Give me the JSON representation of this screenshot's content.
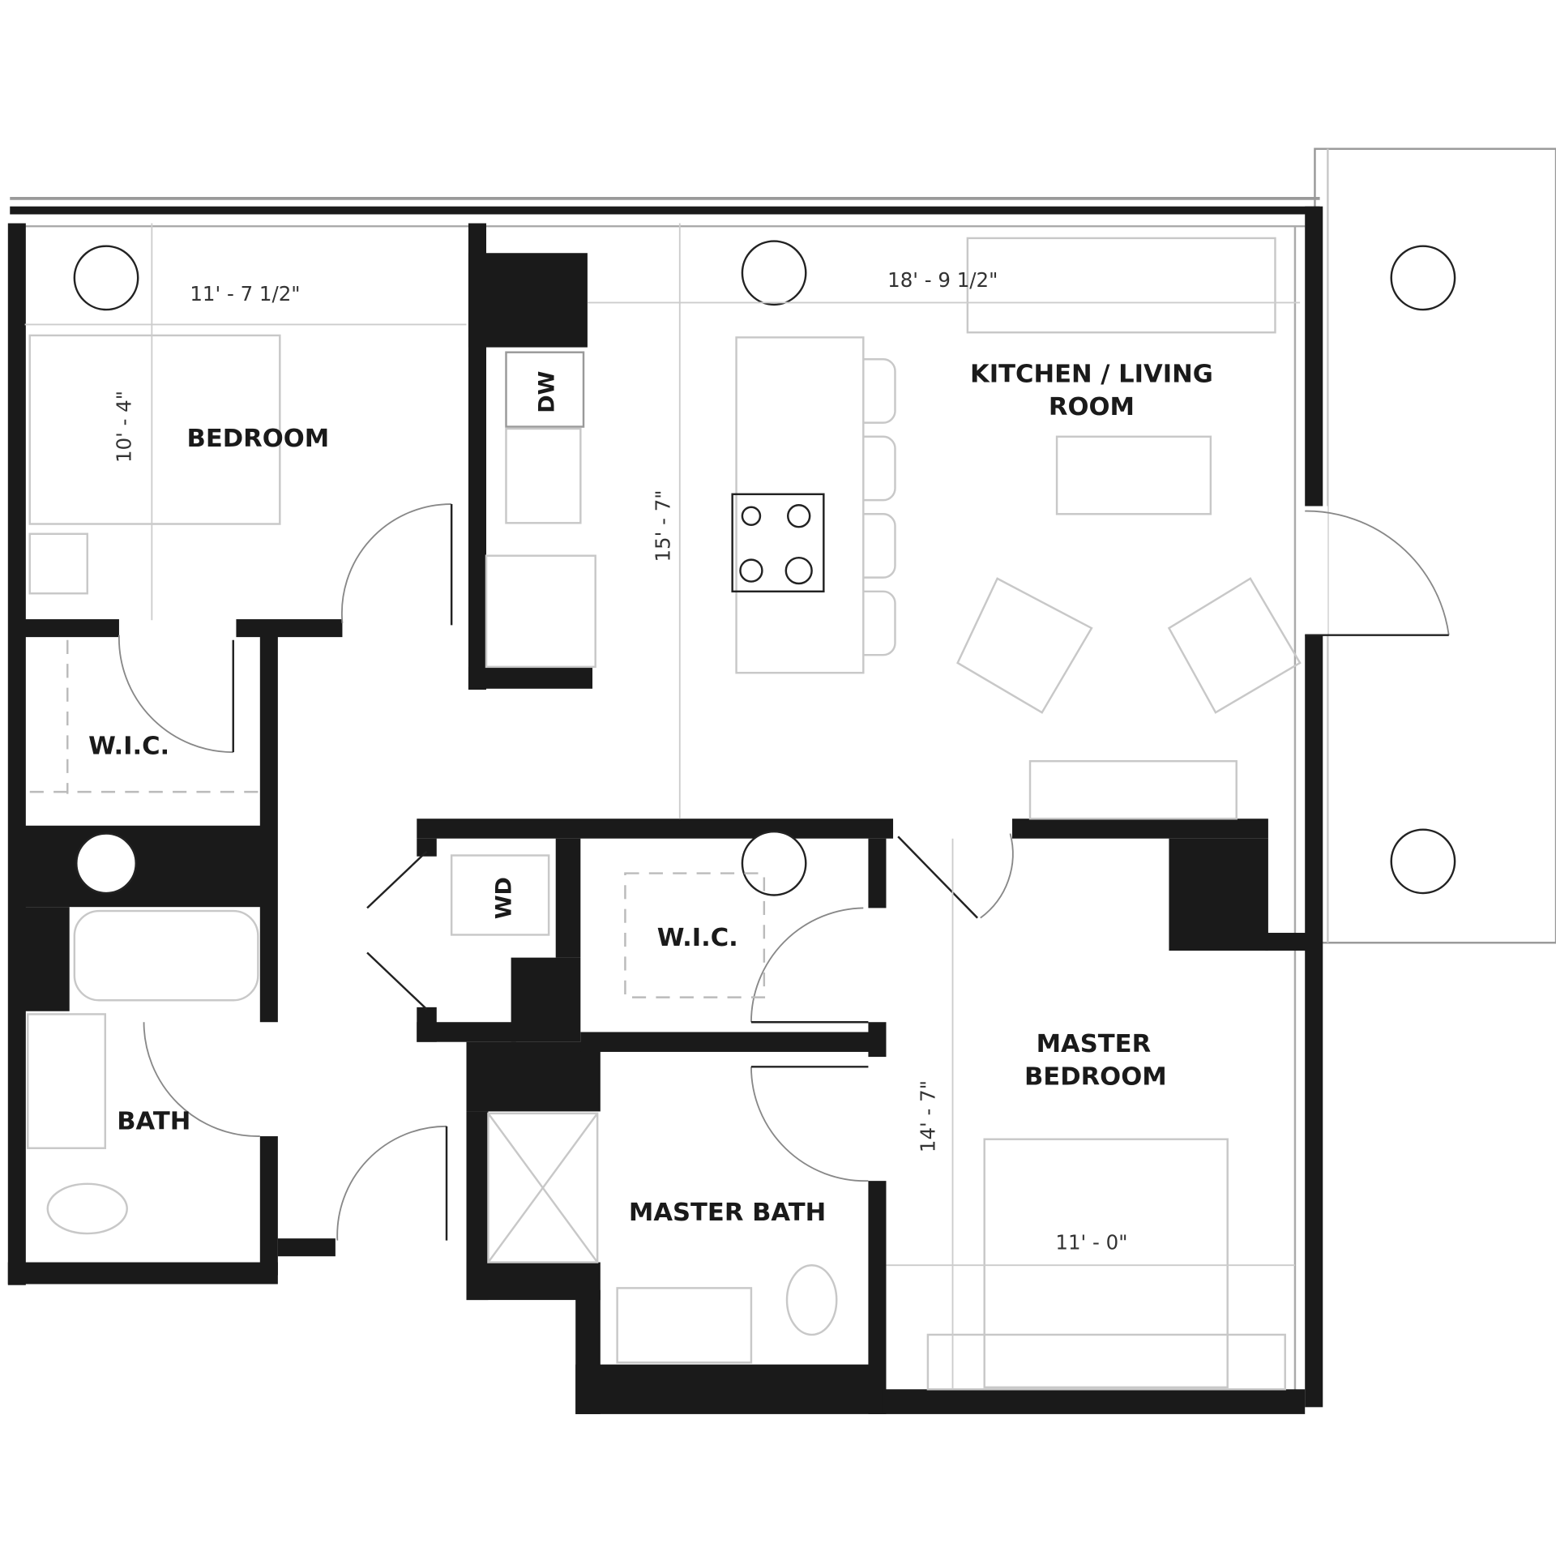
{
  "rooms": {
    "bedroom": "BEDROOM",
    "kitchen_living_line1": "KITCHEN / LIVING",
    "kitchen_living_line2": "ROOM",
    "wic_bedroom": "W.I.C.",
    "wic_master": "W.I.C.",
    "bath": "BATH",
    "master_bath": "MASTER BATH",
    "master_bedroom_line1": "MASTER",
    "master_bedroom_line2": "BEDROOM"
  },
  "appliances": {
    "dishwasher": "DW",
    "washer_dryer": "WD"
  },
  "dimensions": {
    "bedroom_width": "11' - 7 1/2\"",
    "bedroom_depth": "10' - 4\"",
    "living_width": "18' - 9 1/2\"",
    "living_depth": "15' - 7\"",
    "master_depth": "14' - 7\"",
    "master_width": "11' - 0\""
  },
  "colors": {
    "wall": "#1a1a1a",
    "furniture": "#c8c8c8"
  }
}
